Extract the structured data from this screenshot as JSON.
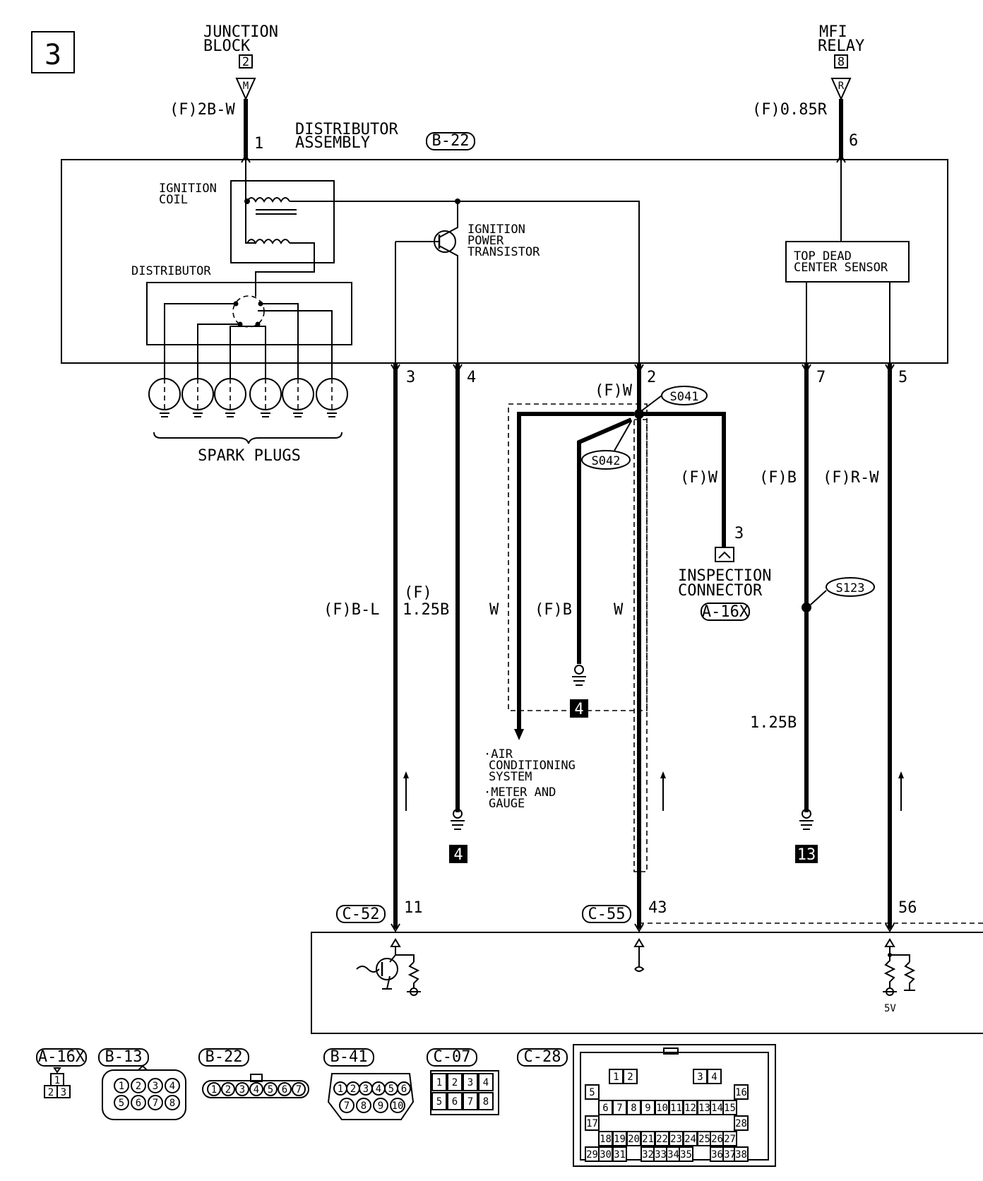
{
  "page_number": "3",
  "junction_block": {
    "title_line1": "JUNCTION",
    "title_line2": "BLOCK",
    "ref": "2",
    "terminal": "M",
    "wire": "(F)2B-W",
    "pin": "1"
  },
  "mfi_relay": {
    "title_line1": "MFI",
    "title_line2": "RELAY",
    "ref": "8",
    "terminal": "R",
    "wire": "(F)0.85R",
    "pin": "6"
  },
  "distributor_assembly": {
    "line1": "DISTRIBUTOR",
    "line2": "ASSEMBLY",
    "connector": "B-22"
  },
  "ignition_coil": {
    "line1": "IGNITION",
    "line2": "COIL"
  },
  "distributor": "DISTRIBUTOR",
  "power_transistor": {
    "line1": "IGNITION",
    "line2": "POWER",
    "line3": "TRANSISTOR"
  },
  "tdc_sensor": {
    "line1": "TOP DEAD",
    "line2": "CENTER SENSOR"
  },
  "spark_plugs": "SPARK PLUGS",
  "pins": {
    "p3": "3",
    "p4": "4",
    "p2": "2",
    "p7": "7",
    "p5": "5"
  },
  "wires": {
    "fw_top": "(F)W",
    "fw_right": "(F)W",
    "fbl": "(F)B-L",
    "f125b_1": "(F)",
    "f125b_2": "1.25B",
    "w_left": "W",
    "fb_mid": "(F)B",
    "w_right": "W",
    "fb_right": "(F)B",
    "frw": "(F)R-W",
    "b125": "1.25B"
  },
  "splices": {
    "s041": "S041",
    "s042": "S042",
    "s123": "S123"
  },
  "inspection_connector": {
    "line1": "INSPECTION",
    "line2": "CONNECTOR",
    "connector": "A-16X",
    "pin": "3"
  },
  "routing_notes": {
    "line1": "·AIR",
    "line2": "CONDITIONING",
    "line3": "SYSTEM",
    "line4": "·METER AND",
    "line5": "GAUGE"
  },
  "grounds": {
    "g4a": "4",
    "g4b": "4",
    "g13": "13"
  },
  "ecu_connectors": {
    "c52": "C-52",
    "c52_pin": "11",
    "c55": "C-55",
    "c55_pin": "43",
    "c56_pin": "56",
    "vref": "5V"
  },
  "connector_views": {
    "a16x": {
      "label": "A-16X",
      "cells": [
        "1",
        "2",
        "3"
      ]
    },
    "b13": {
      "label": "B-13",
      "pins": [
        "1",
        "2",
        "3",
        "4",
        "5",
        "6",
        "7",
        "8"
      ]
    },
    "b22": {
      "label": "B-22",
      "pins": [
        "1",
        "2",
        "3",
        "4",
        "5",
        "6",
        "7"
      ]
    },
    "b41": {
      "label": "B-41",
      "pins": [
        "1",
        "2",
        "3",
        "4",
        "5",
        "6",
        "7",
        "8",
        "9",
        "10"
      ]
    },
    "c07": {
      "label": "C-07",
      "pins": [
        "1",
        "2",
        "3",
        "4",
        "5",
        "6",
        "7",
        "8"
      ]
    },
    "c28": {
      "label": "C-28",
      "pins": [
        "1",
        "2",
        "3",
        "4",
        "5",
        "6",
        "7",
        "8",
        "9",
        "10",
        "11",
        "12",
        "13",
        "14",
        "15",
        "16",
        "17",
        "18",
        "19",
        "20",
        "21",
        "22",
        "23",
        "24",
        "25",
        "26",
        "27",
        "28",
        "29",
        "30",
        "31",
        "32",
        "33",
        "34",
        "35",
        "36",
        "37",
        "38"
      ]
    }
  }
}
